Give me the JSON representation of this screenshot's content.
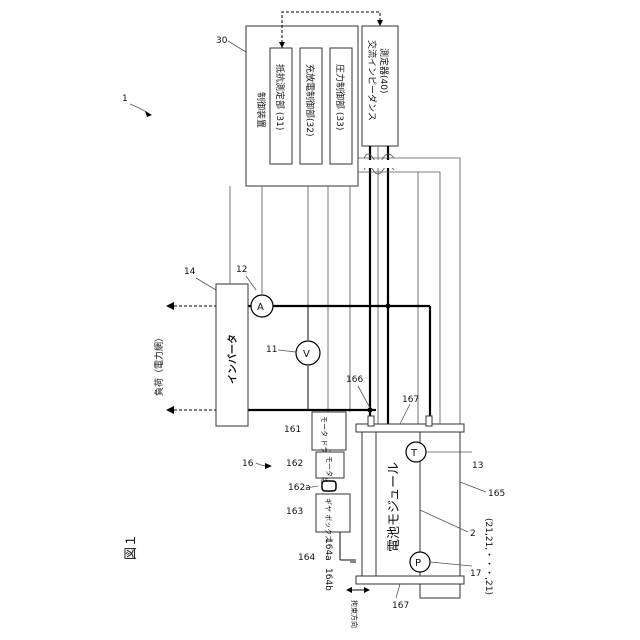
{
  "figure_title": "図１",
  "ref_system": "1",
  "control_device": {
    "ref": "30",
    "label": "制御装置"
  },
  "resistance_unit": {
    "label": "抵抗測定部 (31)"
  },
  "charge_unit": {
    "label": "充放電制御部(32)"
  },
  "pressure_unit": {
    "label": "圧力制御部 (33)"
  },
  "impedance_meter": {
    "line1": "交流インピーダンス",
    "line2": "測定器(40)"
  },
  "inverter": {
    "ref": "14",
    "label": "インバータ"
  },
  "ammeter": {
    "ref": "12",
    "symbol": "A"
  },
  "voltmeter": {
    "ref": "11",
    "symbol": "V"
  },
  "load": {
    "label": "負荷（電力網）"
  },
  "mechanism": {
    "ref": "16"
  },
  "motor_driver": {
    "ref": "161",
    "label": "モータ ドライバ 回路"
  },
  "motor": {
    "ref": "162",
    "label": "モータ"
  },
  "coupling": {
    "ref": "162a"
  },
  "gearbox": {
    "ref": "163",
    "label": "ギヤ ボックス"
  },
  "shaft": {
    "ref_a": "164a",
    "ref_main": "164",
    "ref_b": "164b"
  },
  "battery_module": {
    "label": "電池モジュール",
    "ref": "2",
    "cells": "(21,21,・・・,21)"
  },
  "temp_sensor": {
    "ref": "13",
    "symbol": "T"
  },
  "pressure_sensor": {
    "ref": "17",
    "symbol": "P"
  },
  "refs": {
    "r165": "165",
    "r166": "166",
    "r167_top": "167",
    "r167_bottom": "167"
  },
  "restraint_label": "拘束方向"
}
